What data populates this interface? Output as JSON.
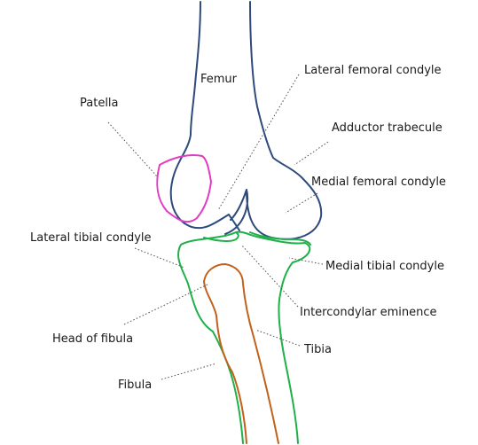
{
  "colors": {
    "femur": "#2e4a7d",
    "patella": "#e23bc4",
    "tibia": "#1fb04a",
    "fibula": "#c0621b",
    "leader": "#555555",
    "text": "#1a1a1a"
  },
  "labels": {
    "femur": "Femur",
    "lateral_femoral_condyle": "Lateral femoral condyle",
    "patella": "Patella",
    "adductor_trabecule": "Adductor trabecule",
    "medial_femoral_condyle": "Medial femoral condyle",
    "lateral_tibial_condyle": "Lateral tibial condyle",
    "medial_tibial_condyle": "Medial tibial condyle",
    "intercondylar_eminence": "Intercondylar eminence",
    "head_of_fibula": "Head of fibula",
    "tibia": "Tibia",
    "fibula": "Fibula"
  }
}
